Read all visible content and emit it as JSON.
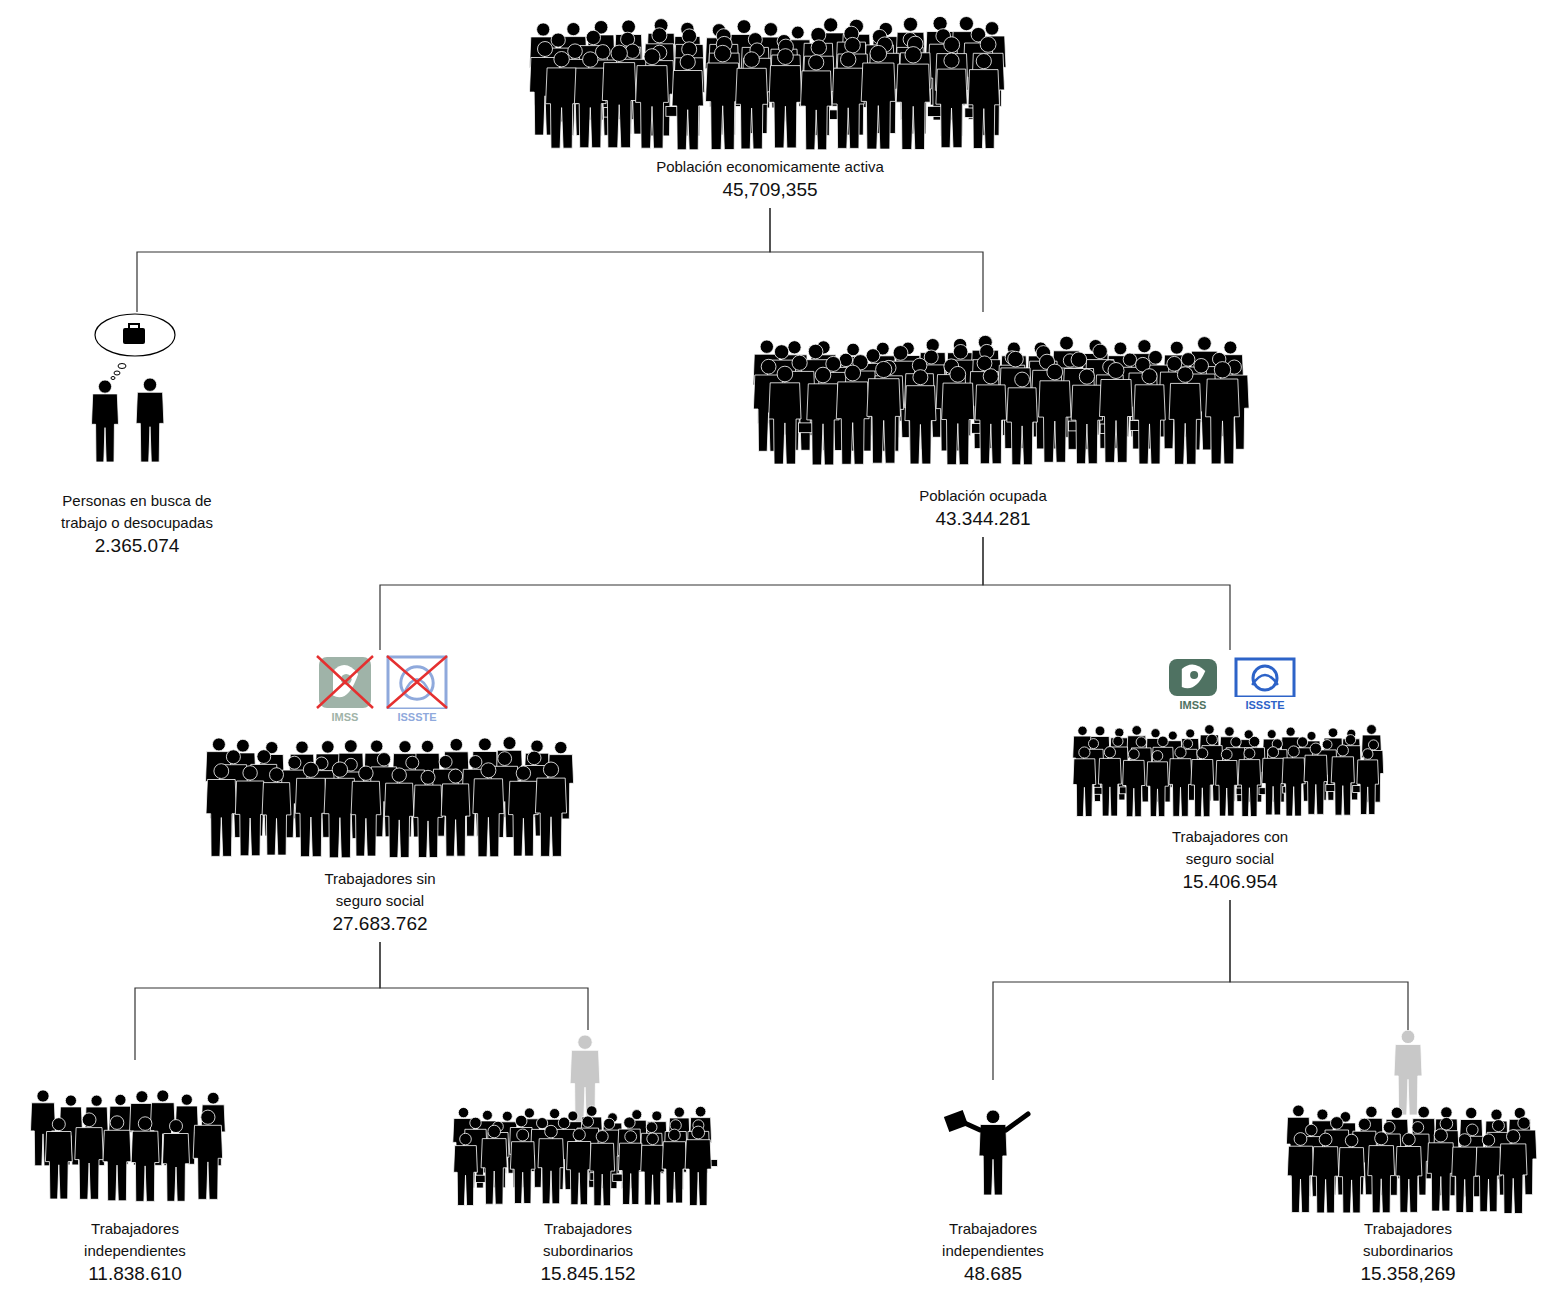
{
  "diagram": {
    "nodes": [
      {
        "text": [
          "Población economicamente activa",
          "45,709,355"
        ]
      },
      {
        "text": [
          "Personas en busca de trabajo o desocupadas",
          "2.365.074"
        ]
      },
      {
        "text": [
          "Población ocupada",
          "43.344.281"
        ]
      },
      {
        "text": [
          "Trabajadores sin seguro social",
          "27.683.762"
        ]
      },
      {
        "text": [
          "Trabajadores con seguro social",
          "15.406.954"
        ]
      },
      {
        "text": [
          "Trabajadores independientes",
          "11.838.610"
        ]
      },
      {
        "text": [
          "Trabajadores subordinarios",
          "15.845.152"
        ]
      },
      {
        "text": [
          "Trabajadores independientes",
          "48.685"
        ]
      },
      {
        "text": [
          "Trabajadores subordinarios",
          "15.358,269"
        ]
      }
    ],
    "edges": [
      {
        "from": 0,
        "to": 1,
        "arrow": "none"
      },
      {
        "from": 0,
        "to": 2,
        "arrow": "none"
      },
      {
        "from": 2,
        "to": 3,
        "arrow": "none"
      },
      {
        "from": 2,
        "to": 4,
        "arrow": "none"
      },
      {
        "from": 3,
        "to": 5,
        "arrow": "none"
      },
      {
        "from": 3,
        "to": 6,
        "arrow": "none"
      },
      {
        "from": 4,
        "to": 7,
        "arrow": "none"
      },
      {
        "from": 4,
        "to": 8,
        "arrow": "none"
      }
    ],
    "labels": [
      "IMSS",
      "ISSSTE",
      "IMSS",
      "ISSSTE"
    ]
  }
}
